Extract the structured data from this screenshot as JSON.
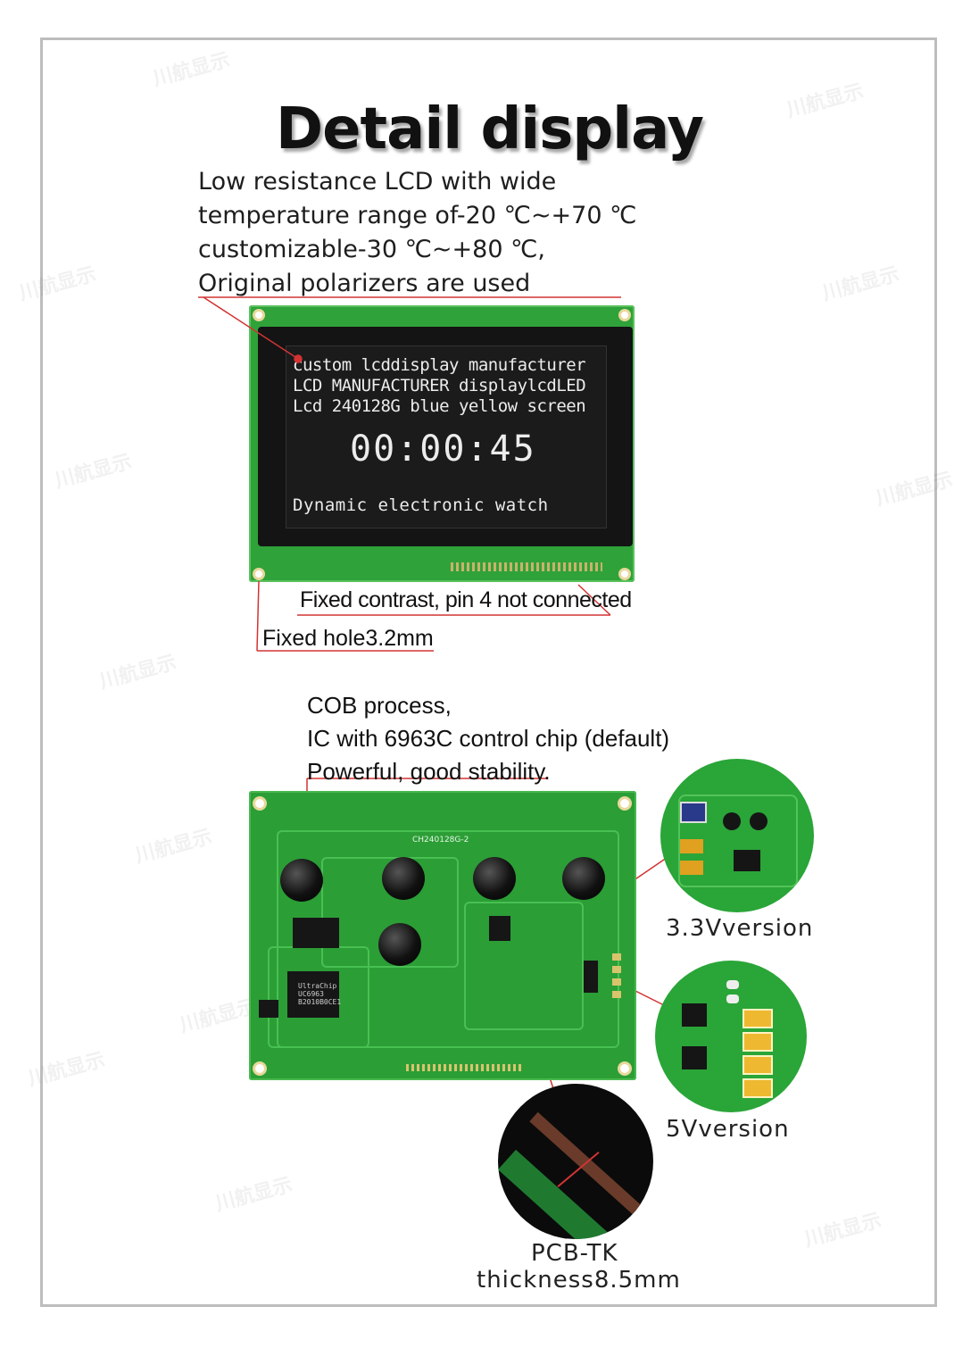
{
  "title": "Detail display",
  "description": [
    "Low resistance LCD with wide",
    "temperature range of-20 ℃~+70 ℃",
    "customizable-30 ℃~+80 ℃,",
    "Original polarizers are used"
  ],
  "lcd": {
    "lines": [
      "custom lcddisplay manufacturer",
      "LCD MANUFACTURER displaylcdLED",
      "Lcd 240128G blue yellow screen"
    ],
    "clock": "00:00:45",
    "footer": "Dynamic electronic watch"
  },
  "callouts": {
    "contrast": "Fixed contrast, pin 4 not connected",
    "hole": "Fixed hole3.2mm"
  },
  "cob": [
    "COB process,",
    "IC with 6963C control chip (default)",
    "Powerful, good stability."
  ],
  "pcb": {
    "board_label": "CH240128G-2",
    "chip_label_lines": [
      "UltraChip",
      "UC6963",
      "B2010B0CE1"
    ]
  },
  "versions": {
    "v33": "3.3Vversion",
    "v5": "5Vversion"
  },
  "thickness": {
    "line1": "PCB-TK",
    "line2": "thickness8.5mm"
  },
  "colors": {
    "pcb_green": "#2b9e36",
    "callout_red": "#d33333"
  }
}
